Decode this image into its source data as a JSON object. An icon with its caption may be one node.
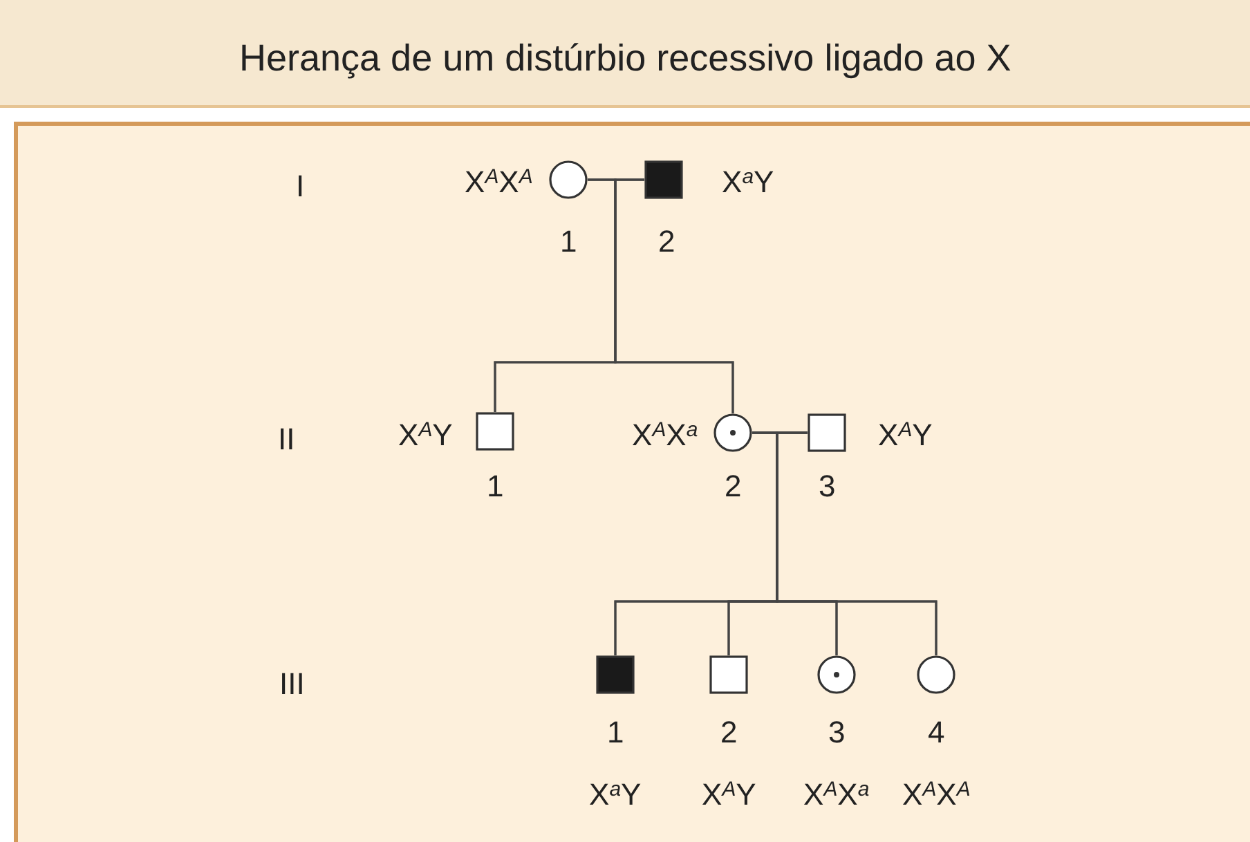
{
  "diagram": {
    "title": "Herança de um distúrbio recessivo ligado ao X",
    "nodes": [
      {
        "text": [],
        "shape": "circle",
        "beside": [
          "X$^{A}$X$^{A}$",
          "1"
        ]
      },
      {
        "text": [],
        "shape": "box",
        "beside": [
          "X$^{a}$Y",
          "2"
        ]
      },
      {
        "text": [],
        "shape": "box",
        "beside": [
          "X$^{A}$Y",
          "1"
        ]
      },
      {
        "text": [],
        "shape": "circle",
        "beside": [
          "X$^{A}$X$^{a}$",
          "2"
        ]
      },
      {
        "text": [],
        "shape": "box",
        "beside": [
          "X$^{A}$Y",
          "3"
        ]
      },
      {
        "text": [],
        "shape": "box",
        "beside": [
          "1",
          "X$^{a}$Y"
        ]
      },
      {
        "text": [],
        "shape": "box",
        "beside": [
          "2",
          "X$^{A}$Y"
        ]
      },
      {
        "text": [],
        "shape": "circle",
        "beside": [
          "3",
          "X$^{A}$X$^{a}$"
        ]
      },
      {
        "text": [],
        "shape": "circle",
        "beside": [
          "4",
          "X$^{A}$X$^{A}$"
        ]
      }
    ],
    "edges": [
      {
        "from": 0,
        "to": 1,
        "arrow": "none"
      },
      {
        "from": 0,
        "to": 2,
        "arrow": "none"
      },
      {
        "from": 0,
        "to": 3,
        "arrow": "none"
      },
      {
        "from": 1,
        "to": 2,
        "arrow": "none"
      },
      {
        "from": 1,
        "to": 3,
        "arrow": "none"
      },
      {
        "from": 3,
        "to": 4,
        "arrow": "none"
      },
      {
        "from": 3,
        "to": 5,
        "arrow": "none"
      },
      {
        "from": 3,
        "to": 6,
        "arrow": "none"
      },
      {
        "from": 3,
        "to": 7,
        "arrow": "none"
      },
      {
        "from": 3,
        "to": 8,
        "arrow": "none"
      },
      {
        "from": 4,
        "to": 5,
        "arrow": "none"
      },
      {
        "from": 4,
        "to": 6,
        "arrow": "none"
      },
      {
        "from": 4,
        "to": 7,
        "arrow": "none"
      },
      {
        "from": 4,
        "to": 8,
        "arrow": "none"
      }
    ],
    "labels": [
      "I",
      "II",
      "III"
    ]
  }
}
